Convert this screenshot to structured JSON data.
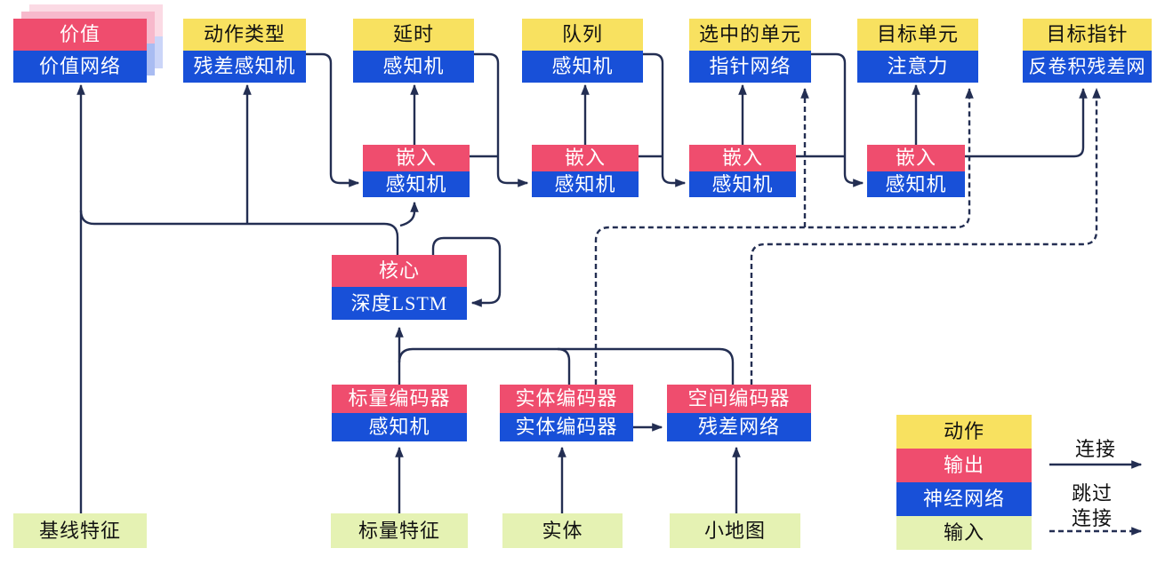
{
  "palette": {
    "action_yellow": "#F8E160",
    "output_red": "#EF4D6E",
    "network_blue": "#1850D8",
    "input_green": "#E5F2B3",
    "wire_navy": "#232E52",
    "ghost_pink": "#F7B9CC",
    "ghost_pink_far": "#FBDAE4",
    "ghost_blue": "#A9BCF2",
    "ghost_blue_far": "#CBD5F8"
  },
  "nodes": {
    "value": {
      "top": "价值",
      "bottom": "价值网络"
    },
    "action_type": {
      "top": "动作类型",
      "bottom": "残差感知机"
    },
    "delay": {
      "top": "延时",
      "bottom": "感知机"
    },
    "queued": {
      "top": "队列",
      "bottom": "感知机"
    },
    "selected_units": {
      "top": "选中的单元",
      "bottom": "指针网络"
    },
    "target_unit": {
      "top": "目标单元",
      "bottom": "注意力"
    },
    "target_point": {
      "top": "目标指针",
      "bottom": "反卷积残差网"
    },
    "embed1": {
      "top": "嵌入",
      "bottom": "感知机"
    },
    "embed2": {
      "top": "嵌入",
      "bottom": "感知机"
    },
    "embed3": {
      "top": "嵌入",
      "bottom": "感知机"
    },
    "embed4": {
      "top": "嵌入",
      "bottom": "感知机"
    },
    "core": {
      "top": "核心",
      "bottom": "深度LSTM"
    },
    "scalar_encoder": {
      "top": "标量编码器",
      "bottom": "感知机"
    },
    "entity_encoder": {
      "top": "实体编码器",
      "bottom": "实体编码器"
    },
    "spatial_encoder": {
      "top": "空间编码器",
      "bottom": "残差网络"
    },
    "baseline_features": {
      "label": "基线特征"
    },
    "scalar_features": {
      "label": "标量特征"
    },
    "entities": {
      "label": "实体"
    },
    "minimap": {
      "label": "小地图"
    }
  },
  "legend": {
    "rows": [
      {
        "key": "action",
        "label": "动作"
      },
      {
        "key": "output",
        "label": "输出"
      },
      {
        "key": "network",
        "label": "神经网络"
      },
      {
        "key": "input",
        "label": "输入"
      }
    ],
    "connection_label": "连接",
    "skip_label_line1": "跳过",
    "skip_label_line2": "连接"
  }
}
